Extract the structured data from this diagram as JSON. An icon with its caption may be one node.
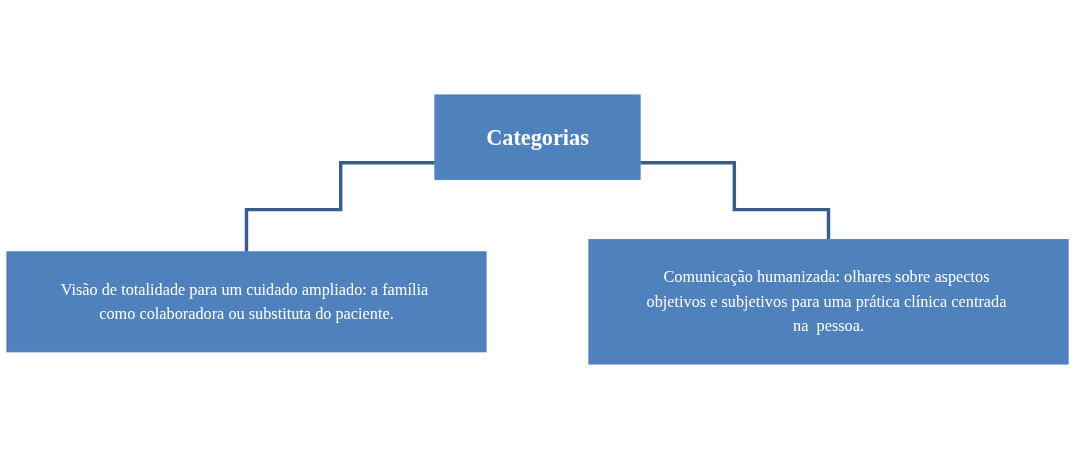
{
  "diagram": {
    "nodes": [
      {
        "text": [
          "Categorias"
        ]
      },
      {
        "text": [
          "Visão de totalidade para um cuidado ampliado: a família como colaboradora ou substituta do paciente."
        ]
      },
      {
        "text": [
          "Comunicação humanizada: olhares sobre aspectos objetivos e subjetivos para uma prática clínica centrada na  pessoa."
        ]
      }
    ],
    "edges": [
      {
        "from": 0,
        "to": 1,
        "arrow": "none"
      },
      {
        "from": 0,
        "to": 2,
        "arrow": "none"
      }
    ]
  }
}
